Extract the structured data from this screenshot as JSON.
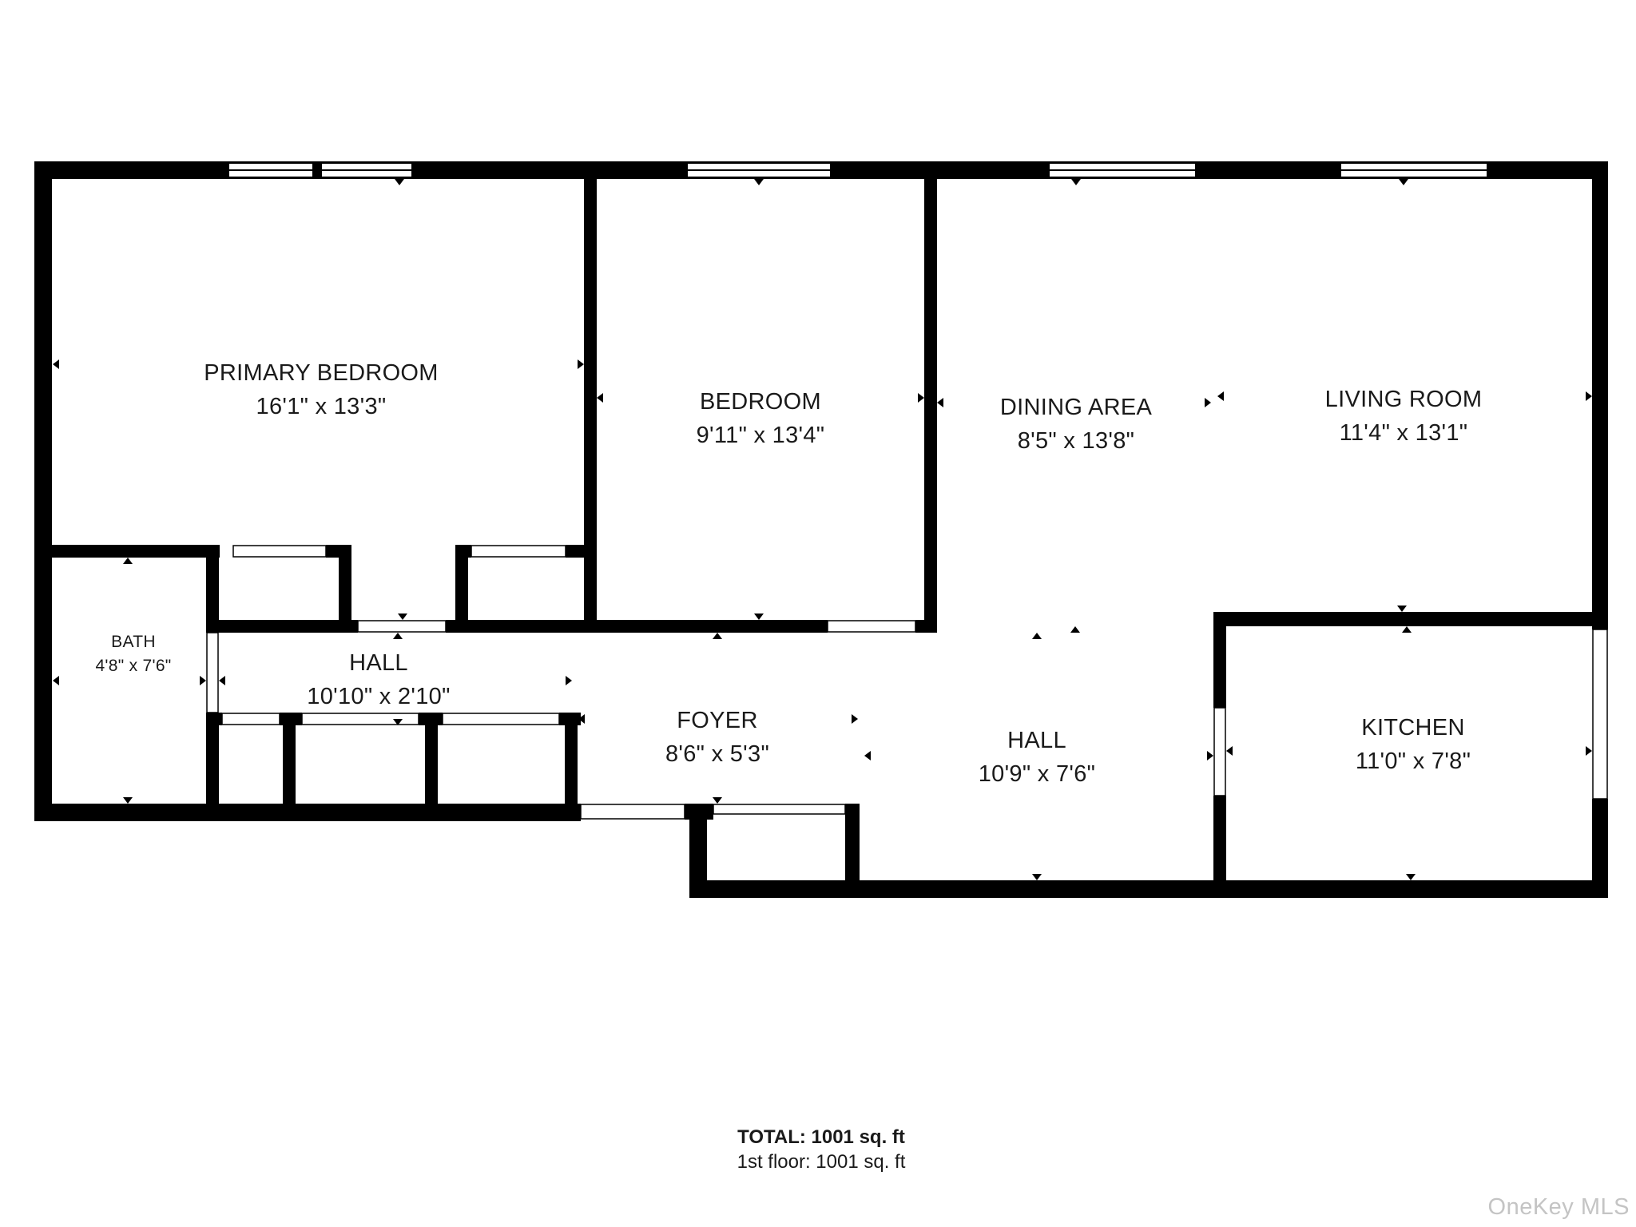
{
  "rooms": {
    "primary_bedroom": {
      "name": "PRIMARY BEDROOM",
      "dims": "16'1\" x 13'3\""
    },
    "bedroom": {
      "name": "BEDROOM",
      "dims": "9'11\" x 13'4\""
    },
    "dining_area": {
      "name": "DINING AREA",
      "dims": "8'5\" x 13'8\""
    },
    "living_room": {
      "name": "LIVING ROOM",
      "dims": "11'4\" x 13'1\""
    },
    "bath": {
      "name": "BATH",
      "dims": "4'8\" x 7'6\""
    },
    "hall_west": {
      "name": "HALL",
      "dims": "10'10\" x 2'10\""
    },
    "foyer": {
      "name": "FOYER",
      "dims": "8'6\" x 5'3\""
    },
    "hall_east": {
      "name": "HALL",
      "dims": "10'9\" x 7'6\""
    },
    "kitchen": {
      "name": "KITCHEN",
      "dims": "11'0\" x 7'8\""
    }
  },
  "summary": {
    "total": "TOTAL: 1001 sq. ft",
    "floor": "1st floor: 1001 sq. ft"
  },
  "watermark": "OneKey MLS",
  "colors": {
    "wall": "#000000",
    "background": "#ffffff",
    "watermark": "#c4c4c4"
  }
}
